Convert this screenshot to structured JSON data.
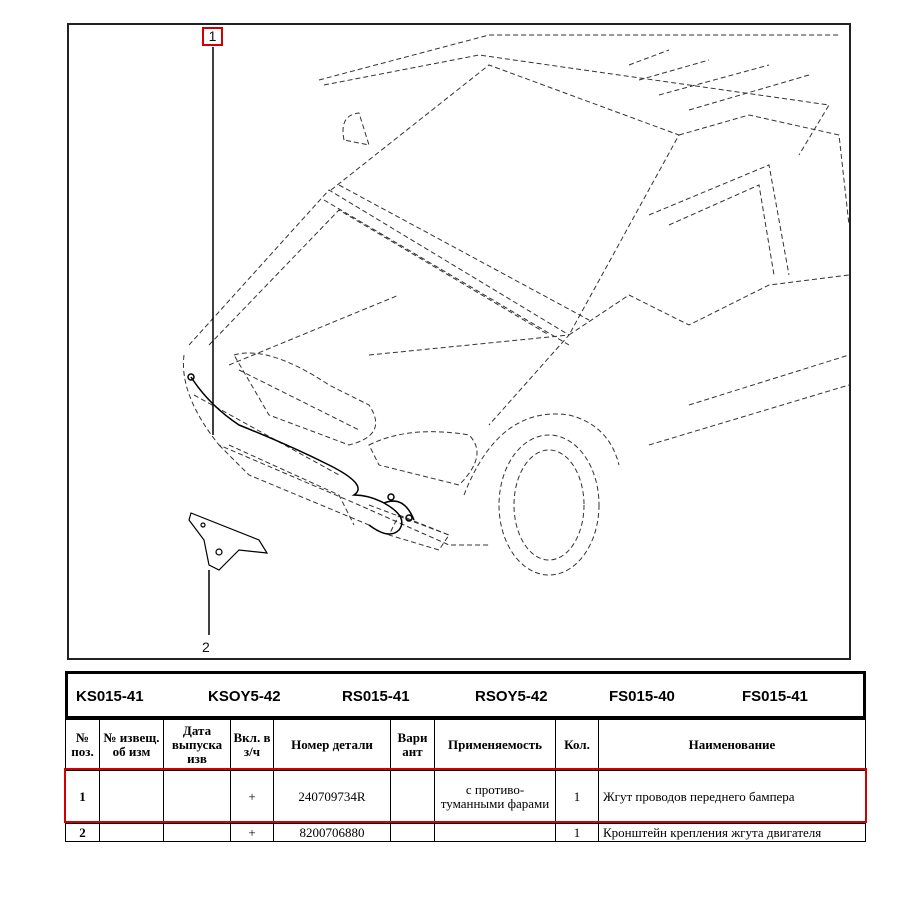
{
  "diagram": {
    "callouts": [
      "1",
      "2"
    ],
    "highlight_color": "#d40000"
  },
  "models": [
    "KS015-41",
    "KSOY5-42",
    "RS015-41",
    "RSOY5-42",
    "FS015-40",
    "FS015-41"
  ],
  "table": {
    "headers": {
      "pos": "№ поз.",
      "notice": "№ извещ. об изм",
      "date": "Дата выпуска изв",
      "incl": "Вкл. в з/ч",
      "part_no": "Номер детали",
      "variant": "Вари ант",
      "applic": "Применяемость",
      "qty": "Кол.",
      "name": "Наименование"
    },
    "rows": [
      {
        "pos": "1",
        "notice": "",
        "date": "",
        "incl": "+",
        "part_no": "240709734R",
        "variant": "",
        "applic": "с противо-туманными фарами",
        "qty": "1",
        "name": "Жгут проводов переднего бампера"
      },
      {
        "pos": "2",
        "notice": "",
        "date": "",
        "incl": "+",
        "part_no": "8200706880",
        "variant": "",
        "applic": "",
        "qty": "1",
        "name": "Кронштейн крепления жгута двигателя"
      }
    ]
  }
}
